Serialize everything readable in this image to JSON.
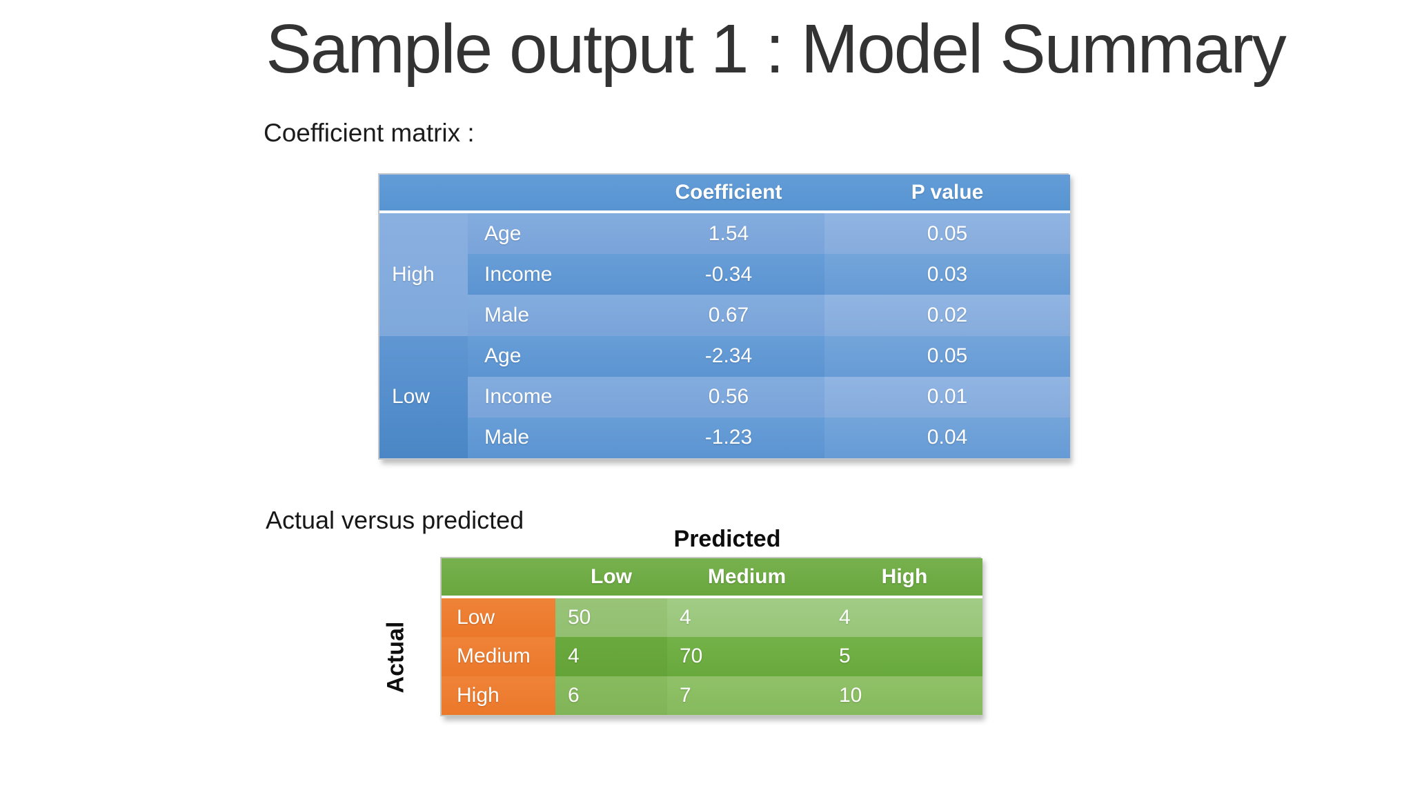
{
  "slide": {
    "title": "Sample output 1 : Model Summary"
  },
  "coefficient_section": {
    "heading": "Coefficient matrix :",
    "table": {
      "headers": {
        "coefficient": "Coefficient",
        "p_value": "P value"
      },
      "groups": [
        {
          "label": "High",
          "rows": [
            {
              "variable": "Age",
              "coefficient": "1.54",
              "p_value": "0.05"
            },
            {
              "variable": "Income",
              "coefficient": "-0.34",
              "p_value": "0.03"
            },
            {
              "variable": "Male",
              "coefficient": "0.67",
              "p_value": "0.02"
            }
          ]
        },
        {
          "label": "Low",
          "rows": [
            {
              "variable": "Age",
              "coefficient": "-2.34",
              "p_value": "0.05"
            },
            {
              "variable": "Income",
              "coefficient": "0.56",
              "p_value": "0.01"
            },
            {
              "variable": "Male",
              "coefficient": "-1.23",
              "p_value": "0.04"
            }
          ]
        }
      ]
    }
  },
  "confusion_section": {
    "heading": "Actual versus predicted",
    "x_axis_label": "Predicted",
    "y_axis_label": "Actual",
    "table": {
      "column_headers": [
        "Low",
        "Medium",
        "High"
      ],
      "rows": [
        {
          "label": "Low",
          "values": [
            "50",
            "4",
            "4"
          ]
        },
        {
          "label": "Medium",
          "values": [
            "4",
            "70",
            "5"
          ]
        },
        {
          "label": "High",
          "values": [
            "6",
            "7",
            "10"
          ]
        }
      ]
    }
  },
  "colors": {
    "blue_header": "#5B9BD5",
    "blue_row_light": "#7EA8DC",
    "blue_row_dark": "#6099D4",
    "green_header": "#70AD47",
    "green_row_light": "#9CC87E",
    "green_row_medium": "#6DAD40",
    "green_row_high": "#8BBE62",
    "orange_label": "#ED7D31"
  }
}
